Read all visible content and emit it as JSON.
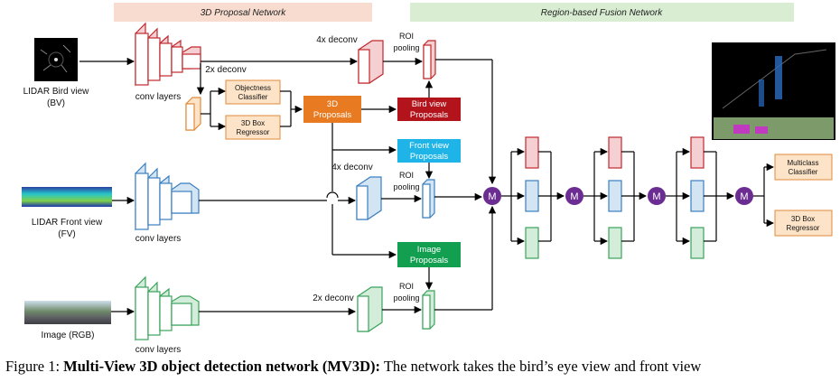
{
  "headers": {
    "proposal": "3D Proposal Network",
    "fusion": "Region-based Fusion Network"
  },
  "inputs": {
    "bv": "LIDAR Bird view",
    "bv_sub": "(BV)",
    "fv": "LIDAR Front view",
    "fv_sub": "(FV)",
    "rgb": "Image (RGB)"
  },
  "labels": {
    "conv_layers": "conv layers",
    "deconv_4x": "4x deconv",
    "deconv_2x": "2x deconv",
    "roi": "ROI",
    "pooling": "pooling",
    "objectness_1": "Objectness",
    "objectness_2": "Classifier",
    "box_1": "3D Box",
    "box_2": "Regressor",
    "proposals_1": "3D",
    "proposals_2": "Proposals",
    "bird_1": "Bird view",
    "bird_2": "Proposals",
    "front_1": "Front view",
    "front_2": "Proposals",
    "image_1": "Image",
    "image_2": "Proposals",
    "multiclass_1": "Multiclass",
    "multiclass_2": "Classifier",
    "merge": "M"
  },
  "caption": {
    "prefix": "Figure 1: ",
    "bold": "Multi-View 3D object detection network (MV3D):",
    "rest": " The network takes the bird’s eye view and front view"
  },
  "colors": {
    "red": "#c0282d",
    "blue": "#3a7fc1",
    "green": "#3aa35a",
    "orange_box": "#fde4c8",
    "orange_border": "#e08a3a",
    "proposals": "#e87b22",
    "bird": "#b3141c",
    "front": "#1fb4e8",
    "image": "#12a050",
    "merge": "#6b2d91",
    "header_pink": "#f7dccf",
    "header_green": "#d8edd2"
  }
}
